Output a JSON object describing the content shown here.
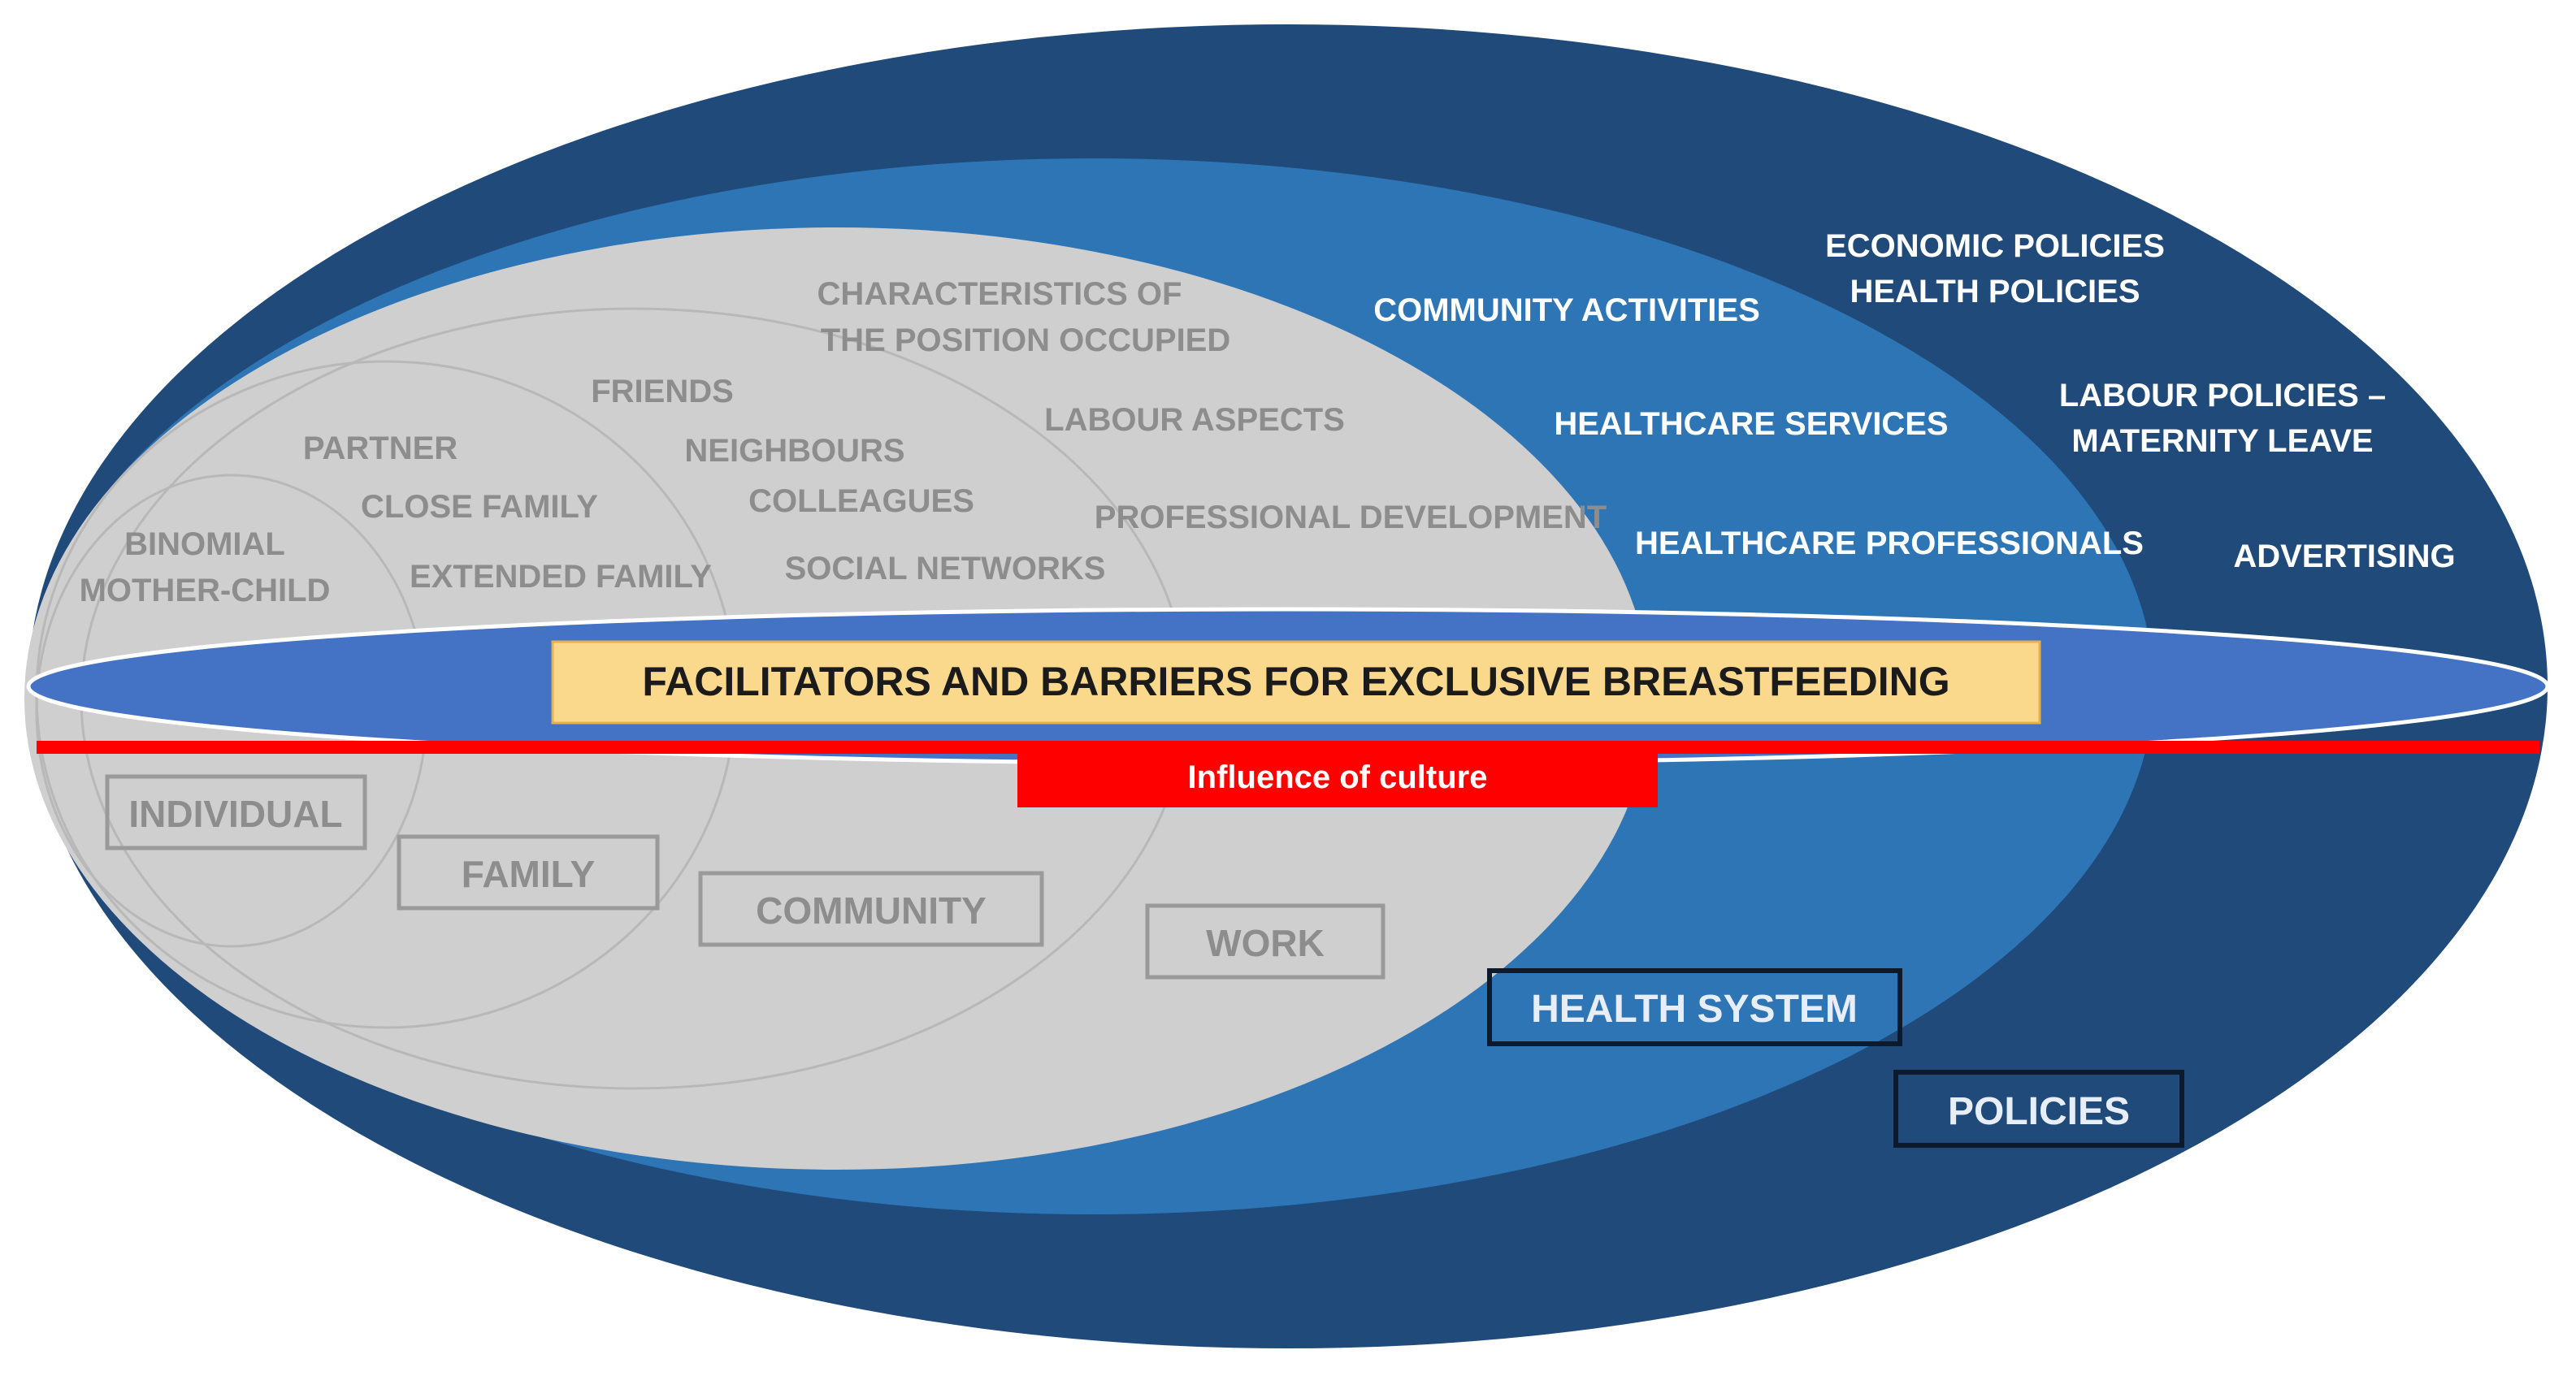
{
  "colors": {
    "policies_ring": "#1f4a7a",
    "health_system_ring": "#2e75b6",
    "work_area": "#d0cfcf",
    "inner_lines": "#b8b8b8",
    "center_band": "#4472c4",
    "banner_fill": "#fbd98c",
    "culture_red": "#ff0000"
  },
  "levels": {
    "individual": "INDIVIDUAL",
    "family": "FAMILY",
    "community": "COMMUNITY",
    "work": "WORK",
    "health_system": "HEALTH SYSTEM",
    "policies": "POLICIES"
  },
  "individual_items": {
    "line1": "BINOMIAL",
    "line2": "MOTHER-CHILD"
  },
  "family_items": {
    "partner": "PARTNER",
    "close_family": "CLOSE FAMILY",
    "extended_family": "EXTENDED FAMILY"
  },
  "community_items": {
    "friends": "FRIENDS",
    "neighbours": "NEIGHBOURS",
    "colleagues": "COLLEAGUES",
    "social_networks": "SOCIAL NETWORKS"
  },
  "work_items": {
    "characteristics_line1": "CHARACTERISTICS  OF",
    "characteristics_line2": "THE POSITION OCCUPIED",
    "labour_aspects": "LABOUR ASPECTS",
    "professional_development": "PROFESSIONAL DEVELOPMENT"
  },
  "health_system_items": {
    "community_activities": "COMMUNITY ACTIVITIES",
    "healthcare_services": "HEALTHCARE SERVICES",
    "healthcare_professionals": "HEALTHCARE PROFESSIONALS"
  },
  "policies_items": {
    "economic_policies": "ECONOMIC POLICIES",
    "health_policies": "HEALTH POLICIES",
    "labour_policies_line1": "LABOUR POLICIES –",
    "labour_policies_line2": "MATERNITY LEAVE",
    "advertising": "ADVERTISING"
  },
  "banner": "FACILITATORS AND BARRIERS FOR EXCLUSIVE BREASTFEEDING",
  "culture": "Influence of culture"
}
